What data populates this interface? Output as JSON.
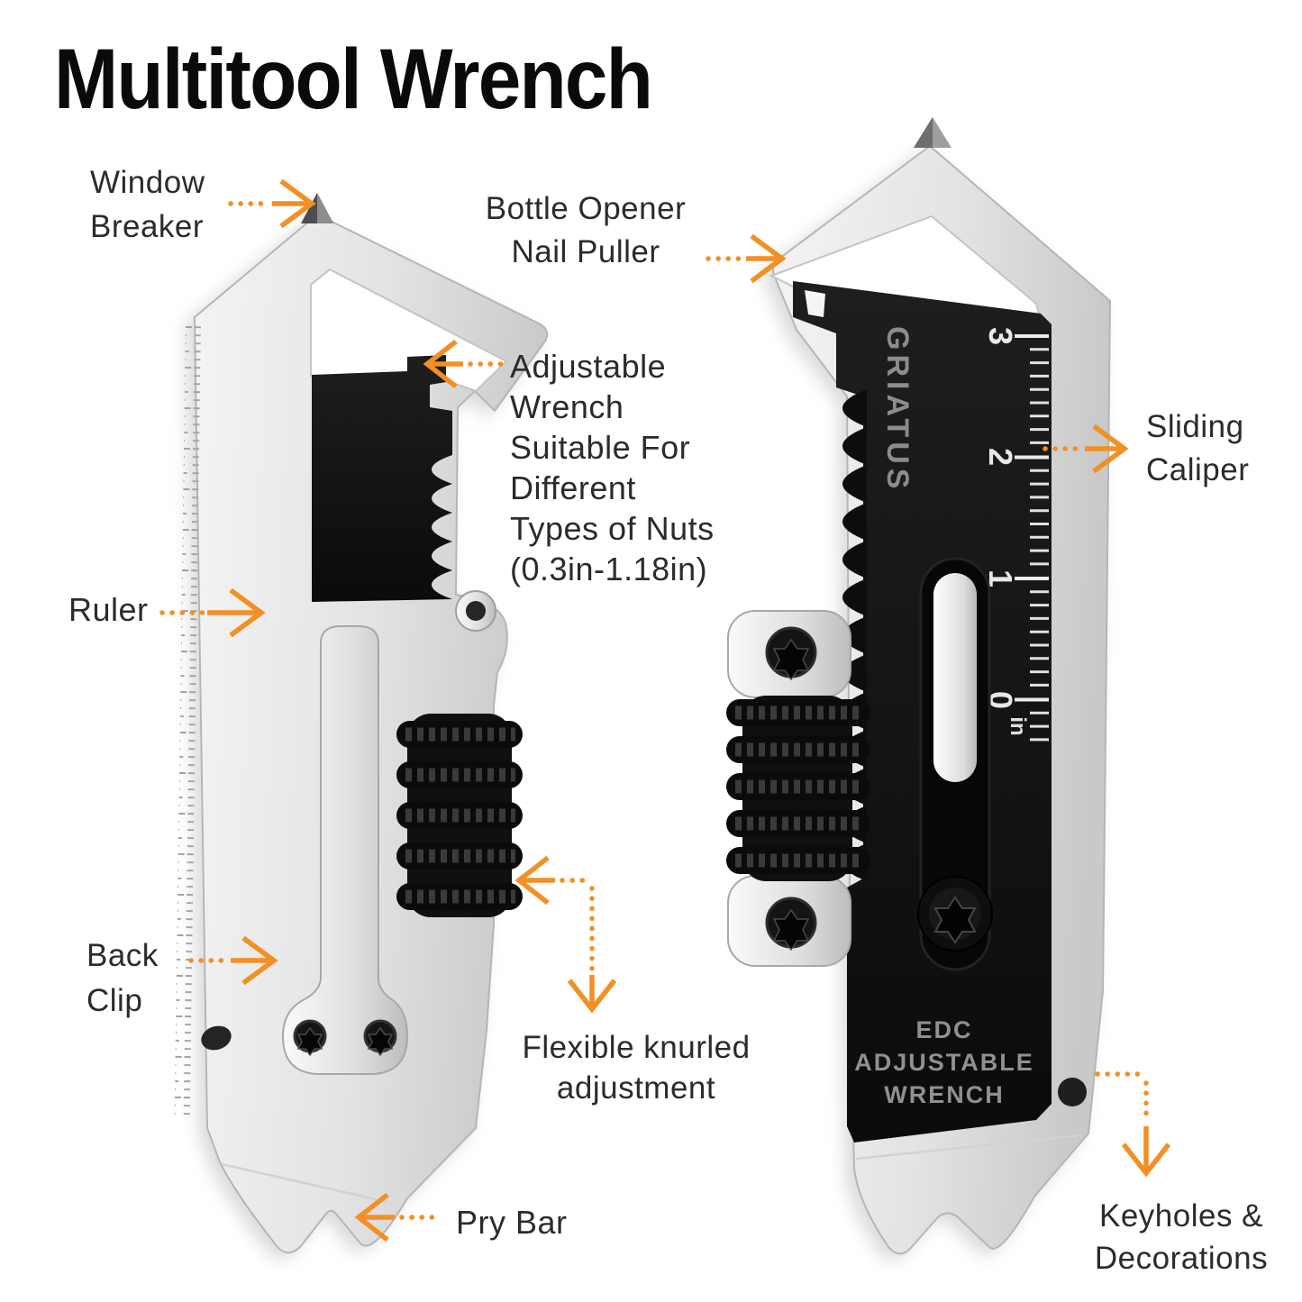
{
  "page": {
    "title": "Multitool Wrench"
  },
  "colors": {
    "accent": "#F28F25",
    "label_text": "#2B2B2B",
    "title_text": "#0A0A0A"
  },
  "callouts": {
    "window_breaker": {
      "lines": [
        "Window",
        "Breaker"
      ]
    },
    "bottle_opener": {
      "label": "Bottle Opener"
    },
    "nail_puller": {
      "label": "Nail Puller"
    },
    "adjustable_wrench": {
      "lines": [
        "Adjustable",
        "Wrench",
        "Suitable For",
        "Different",
        "Types of Nuts",
        "(0.3in-1.18in)"
      ]
    },
    "ruler": {
      "label": "Ruler"
    },
    "sliding_caliper": {
      "lines": [
        "Sliding",
        "Caliper"
      ]
    },
    "back_clip": {
      "lines": [
        "Back",
        "Clip"
      ]
    },
    "flexible_knurled": {
      "lines": [
        "Flexible knurled",
        "adjustment"
      ]
    },
    "pry_bar": {
      "label": "Pry Bar"
    },
    "keyholes": {
      "lines": [
        "Keyholes &",
        "Decorations"
      ]
    }
  },
  "tool_markings": {
    "brand": "GRIATUS",
    "engraving": {
      "lines": [
        "EDC",
        "ADJUSTABLE",
        "WRENCH"
      ]
    },
    "caliper_scale": {
      "labels": [
        "3",
        "2",
        "1",
        "0"
      ],
      "unit": "in"
    }
  }
}
